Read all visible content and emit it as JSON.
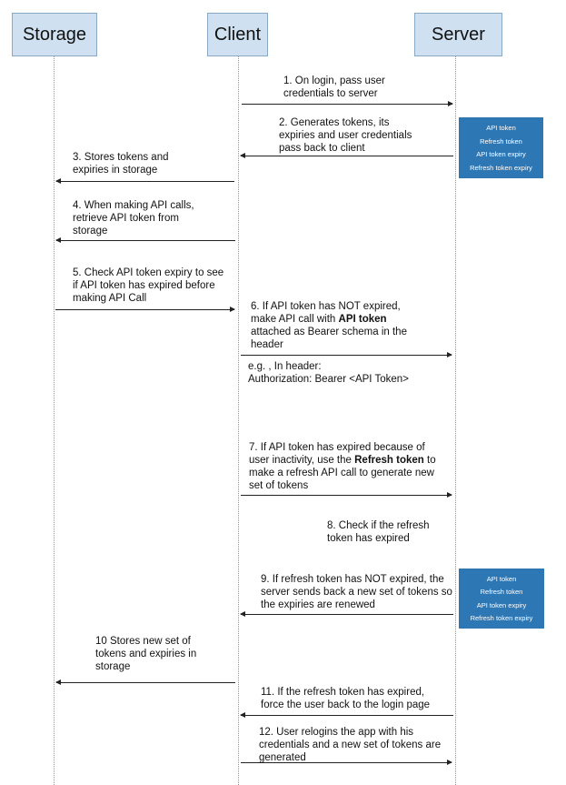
{
  "actors": {
    "storage": "Storage",
    "client": "Client",
    "server": "Server"
  },
  "messages": {
    "m1": [
      "1. On login, pass user",
      "credentials to server"
    ],
    "m2": [
      "2. Generates tokens, its",
      "expiries and  user credentials",
      "pass back to client"
    ],
    "m3": [
      "3. Stores tokens and",
      "expiries in storage"
    ],
    "m4": [
      "4. When making API calls,",
      "retrieve API token from",
      "storage"
    ],
    "m5": [
      "5. Check API token expiry to see",
      "if API token has expired before",
      "making API Call"
    ],
    "m6": {
      "l1": "6. If API token has NOT expired,",
      "l2a": "make API call with ",
      "l2b": "API token",
      "l3": "attached as Bearer schema in the",
      "l4": "header"
    },
    "m6_example": [
      "e.g. , In header:",
      "Authorization: Bearer <API Token>"
    ],
    "m7": {
      "l1": "7. If API token has expired because of",
      "l2a": "user inactivity, use the ",
      "l2b": "Refresh token",
      "l2c": " to",
      "l3": "make a refresh API call to generate new",
      "l4": "set of tokens"
    },
    "m8": [
      "8. Check if the refresh",
      "token has expired"
    ],
    "m9": [
      "9. If refresh token has NOT expired, the",
      "server sends back a new set of tokens so",
      "the expiries are renewed"
    ],
    "m10": [
      "10 Stores new set of",
      "tokens and expiries in",
      "storage"
    ],
    "m11": [
      "11. If the refresh token has expired,",
      "force the user back to the login page"
    ],
    "m12": [
      "12. User relogins the app with his",
      "credentials and a new set of tokens are",
      "generated"
    ]
  },
  "token_box": {
    "items": [
      "API token",
      "Refresh token",
      "API token expiry",
      "Refresh token expiry"
    ],
    "color": "#2e77b5"
  }
}
